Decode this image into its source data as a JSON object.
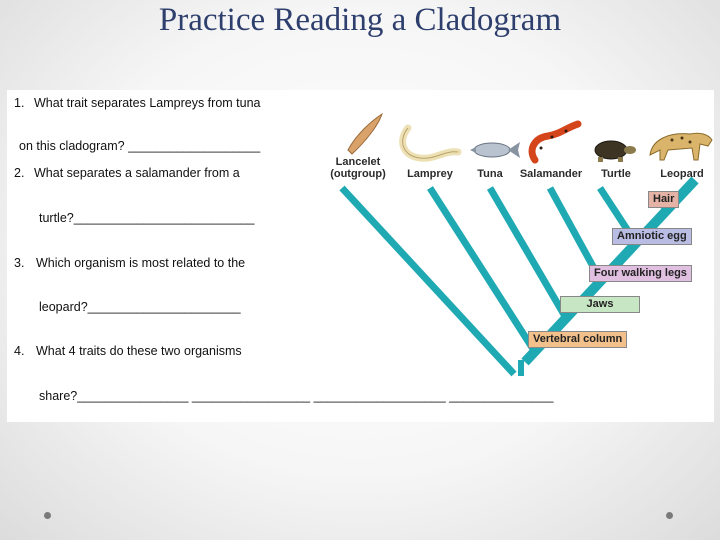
{
  "slide": {
    "title": "Practice Reading a Cladogram"
  },
  "questions": [
    {
      "number": "1.",
      "line1": "What trait separates Lampreys from tuna",
      "line2": "on this cladogram? ___________________"
    },
    {
      "number": "2.",
      "line1": "What separates a salamander from a",
      "line2": "turtle?__________________________"
    },
    {
      "number": "3.",
      "line1": "Which organism is most related to the",
      "line2": "leopard?______________________"
    },
    {
      "number": "4.",
      "line1": "What 4 traits do these two organisms",
      "line2": "share?________________  _________________  ___________________  _______________"
    }
  ],
  "cladogram": {
    "organisms": [
      {
        "name": "Lancelet",
        "sub": "(outgroup)",
        "icon": "lancelet-icon"
      },
      {
        "name": "Lamprey",
        "icon": "lamprey-icon"
      },
      {
        "name": "Tuna",
        "icon": "tuna-icon"
      },
      {
        "name": "Salamander",
        "icon": "salamander-icon"
      },
      {
        "name": "Turtle",
        "icon": "turtle-icon"
      },
      {
        "name": "Leopard",
        "icon": "leopard-icon"
      }
    ],
    "traits": [
      {
        "label": "Hair",
        "color": "#e4b3a6"
      },
      {
        "label": "Amniotic egg",
        "color": "#b9bde4"
      },
      {
        "label": "Four walking legs",
        "color": "#e0bfe0"
      },
      {
        "label": "Jaws",
        "color": "#c7e6c4"
      },
      {
        "label": "Vertebral column",
        "color": "#f2c08b"
      }
    ],
    "branch_color": "#1faab3"
  }
}
